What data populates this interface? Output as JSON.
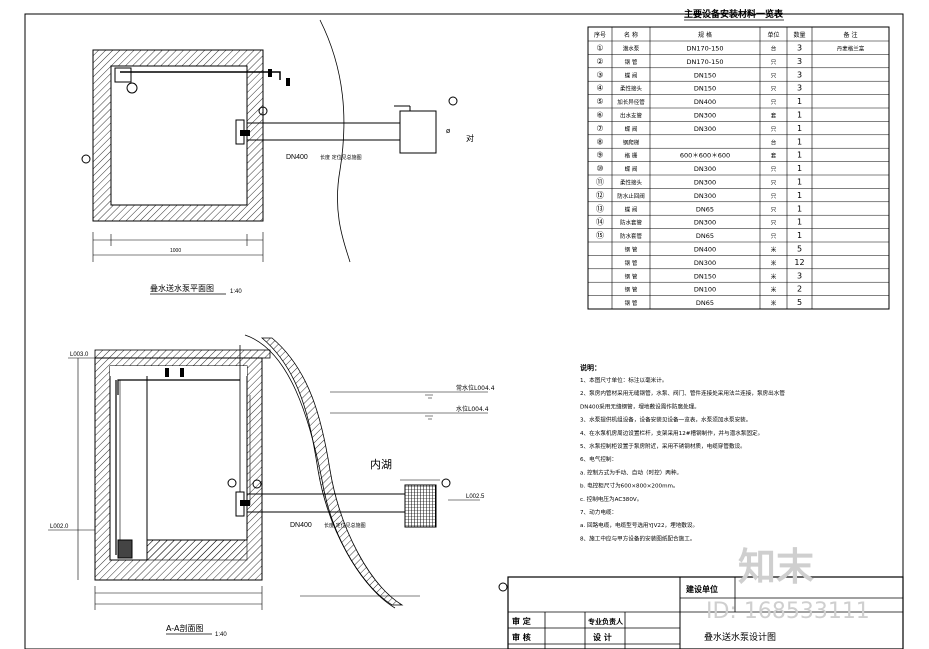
{
  "plan": {
    "caption": "叠水送水泵平面图",
    "scale": "1:40",
    "pipe_label": "DN400"
  },
  "section": {
    "caption": "A-A剖面图",
    "scale": "1:40",
    "top_elev": "L003.0",
    "bottom_elev": "L002.0",
    "water_level_high": "常水位L004.4",
    "water_level_low": "水位L004.4",
    "lake": "内湖",
    "intake_elev": "L002.5",
    "pipe_label": "DN400"
  },
  "table": {
    "title": "主要设备安装材料一览表",
    "headers": [
      "序号",
      "名  称",
      "规  格",
      "单位",
      "数量",
      "备  注"
    ],
    "rows": [
      {
        "no": "①",
        "name": "潜水泵",
        "spec": "DN170-150",
        "unit": "台",
        "qty": "3",
        "note": "丹麦格兰富"
      },
      {
        "no": "②",
        "name": "钢  管",
        "spec": "DN170-150",
        "unit": "只",
        "qty": "3",
        "note": ""
      },
      {
        "no": "③",
        "name": "蝶  阀",
        "spec": "DN150",
        "unit": "只",
        "qty": "3",
        "note": ""
      },
      {
        "no": "④",
        "name": "柔性接头",
        "spec": "DN150",
        "unit": "只",
        "qty": "3",
        "note": ""
      },
      {
        "no": "⑤",
        "name": "加长异径管",
        "spec": "DN400",
        "unit": "只",
        "qty": "1",
        "note": ""
      },
      {
        "no": "⑥",
        "name": "出水支管",
        "spec": "DN300",
        "unit": "套",
        "qty": "1",
        "note": ""
      },
      {
        "no": "⑦",
        "name": "蝶  阀",
        "spec": "DN300",
        "unit": "只",
        "qty": "1",
        "note": ""
      },
      {
        "no": "⑧",
        "name": "钢爬梯",
        "spec": "",
        "unit": "台",
        "qty": "1",
        "note": ""
      },
      {
        "no": "⑨",
        "name": "格  栅",
        "spec": "600＊600＊600",
        "unit": "套",
        "qty": "1",
        "note": ""
      },
      {
        "no": "⑩",
        "name": "蝶  阀",
        "spec": "DN300",
        "unit": "只",
        "qty": "1",
        "note": ""
      },
      {
        "no": "⑪",
        "name": "柔性接头",
        "spec": "DN300",
        "unit": "只",
        "qty": "1",
        "note": ""
      },
      {
        "no": "⑫",
        "name": "防水止回阀",
        "spec": "DN300",
        "unit": "只",
        "qty": "1",
        "note": ""
      },
      {
        "no": "⑬",
        "name": "蝶  阀",
        "spec": "DN65",
        "unit": "只",
        "qty": "1",
        "note": ""
      },
      {
        "no": "⑭",
        "name": "防水套管",
        "spec": "DN300",
        "unit": "只",
        "qty": "1",
        "note": ""
      },
      {
        "no": "⑮",
        "name": "防水套管",
        "spec": "DN65",
        "unit": "只",
        "qty": "1",
        "note": ""
      },
      {
        "no": "",
        "name": "钢  管",
        "spec": "DN400",
        "unit": "米",
        "qty": "5",
        "note": ""
      },
      {
        "no": "",
        "name": "钢  管",
        "spec": "DN300",
        "unit": "米",
        "qty": "12",
        "note": ""
      },
      {
        "no": "",
        "name": "钢  管",
        "spec": "DN150",
        "unit": "米",
        "qty": "3",
        "note": ""
      },
      {
        "no": "",
        "name": "钢  管",
        "spec": "DN100",
        "unit": "米",
        "qty": "2",
        "note": ""
      },
      {
        "no": "",
        "name": "钢  管",
        "spec": "DN65",
        "unit": "米",
        "qty": "5",
        "note": ""
      }
    ]
  },
  "notes": {
    "heading": "说明：",
    "lines": [
      "1、本图尺寸单位：标注以毫米计。",
      "2、泵房内管材采用无缝钢管，水泵、阀门、管件连接处采用法兰连接，泵房出水管",
      "DN400采用无缝钢管，埋地敷设需作防腐处理。",
      "3、水泵提供机组设备，设备安装见设备一览表，水泵须加水泵安装。",
      "4、在水泵机房周边设置栏杆，支架采用12#槽钢制作，并与潜水泵固定。",
      "5、水泵控制柜设置于泵房附近，采用不锈钢材质，电缆穿管敷设。",
      "6、电气控制：",
      "a. 控制方式为手动、自动（时控）两种。",
      "b. 电控柜尺寸为600×800×200mm。",
      "c. 控制电压为AC380V。",
      "7、动力电缆：",
      "a. 回路电缆，电缆型号选用YJV22，埋地敷设。",
      "8、施工中应与甲方设备的安装图纸配合施工。"
    ]
  },
  "title_block": {
    "unit_label": "建设单位",
    "review": "审 定",
    "check": "审 核",
    "lead": "专业负责人",
    "design": "设 计",
    "drawing_title": "叠水送水泵设计图"
  },
  "watermark": {
    "brand": "知末",
    "id": "ID: 168533111"
  }
}
